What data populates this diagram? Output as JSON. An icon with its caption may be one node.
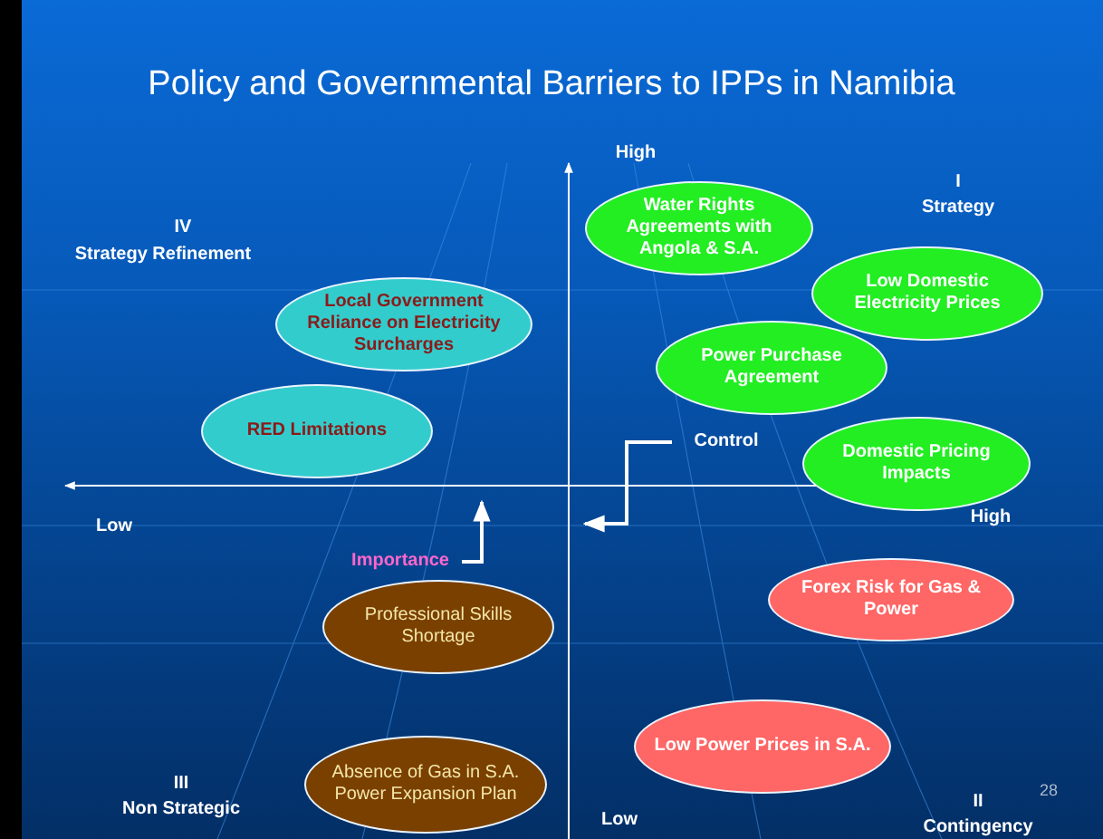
{
  "diagram": {
    "title": "Policy and Governmental Barriers to IPPs in Namibia",
    "nodes": [
      {
        "text": [
          "Water Rights Agreements with Angola & S.A."
        ]
      },
      {
        "text": [
          "Local Government Reliance on Electricity Surcharges"
        ]
      },
      {
        "text": [
          "Low Domestic Electricity Prices"
        ]
      },
      {
        "text": [
          "Power Purchase Agreement"
        ]
      },
      {
        "text": [
          "RED Limitations"
        ]
      },
      {
        "text": [
          "Domestic Pricing Impacts"
        ]
      },
      {
        "text": [
          "Forex Risk for Gas & Power"
        ]
      },
      {
        "text": [
          "Professional Skills Shortage"
        ]
      },
      {
        "text": [
          "Low Power Prices in S.A."
        ]
      },
      {
        "text": [
          "Absence of Gas in S.A. Power Expansion Plan"
        ]
      }
    ],
    "labels": [
      "High",
      "IV",
      "Strategy Refinement",
      "I",
      "Strategy",
      "Control",
      "Low",
      "High",
      "Importance",
      "III",
      "Non Strategic",
      "28",
      "Low",
      "II",
      "Contingency"
    ]
  }
}
